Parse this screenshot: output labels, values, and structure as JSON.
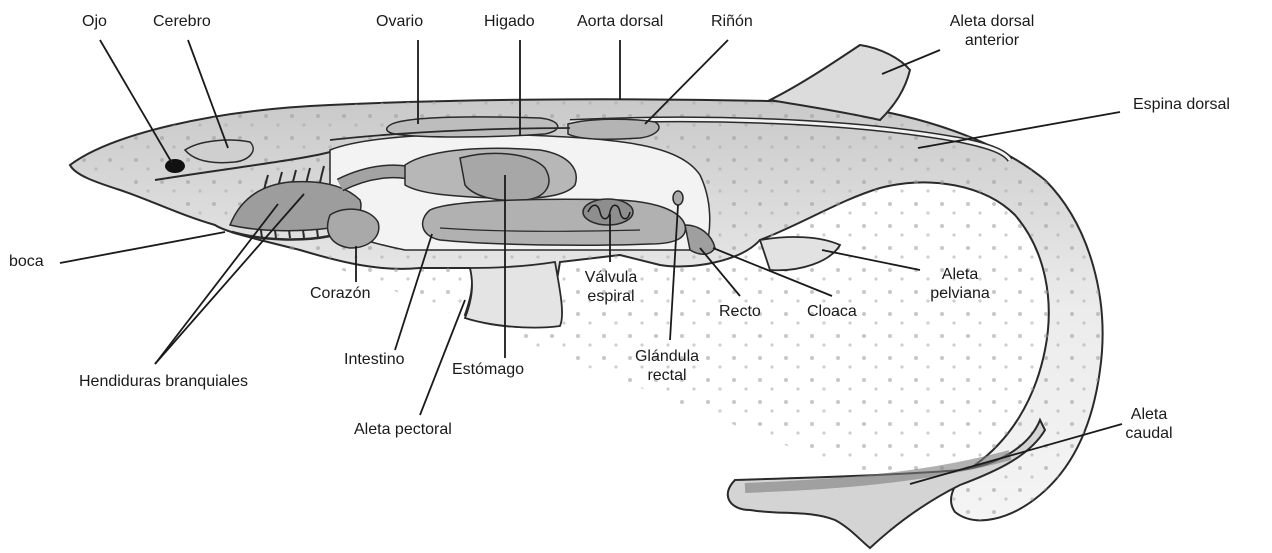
{
  "labels": {
    "ojo": "Ojo",
    "cerebro": "Cerebro",
    "ovario": "Ovario",
    "higado": "Higado",
    "aorta_dorsal": "Aorta dorsal",
    "rinon": "Riñón",
    "aleta_dorsal_anterior": "Aleta dorsal\nanterior",
    "espina_dorsal": "Espina dorsal",
    "boca": "boca",
    "corazon": "Corazón",
    "valvula_espiral": "Válvula\nespiral",
    "recto": "Recto",
    "cloaca": "Cloaca",
    "aleta_pelviana": "Aleta\npelviana",
    "intestino": "Intestino",
    "estomago": "Estómago",
    "glandula_rectal": "Glándula\nrectal",
    "hendiduras_branquiales": "Hendiduras branquiales",
    "aleta_pectoral": "Aleta pectoral",
    "aleta_caudal": "Aleta\ncaudal"
  },
  "colors": {
    "body_fill": "#e6e6e6",
    "organ_fill": "#b9b9b9",
    "organ_dark": "#8f8f8f",
    "outline": "#2a2a2a",
    "line": "#1a1a1a"
  }
}
